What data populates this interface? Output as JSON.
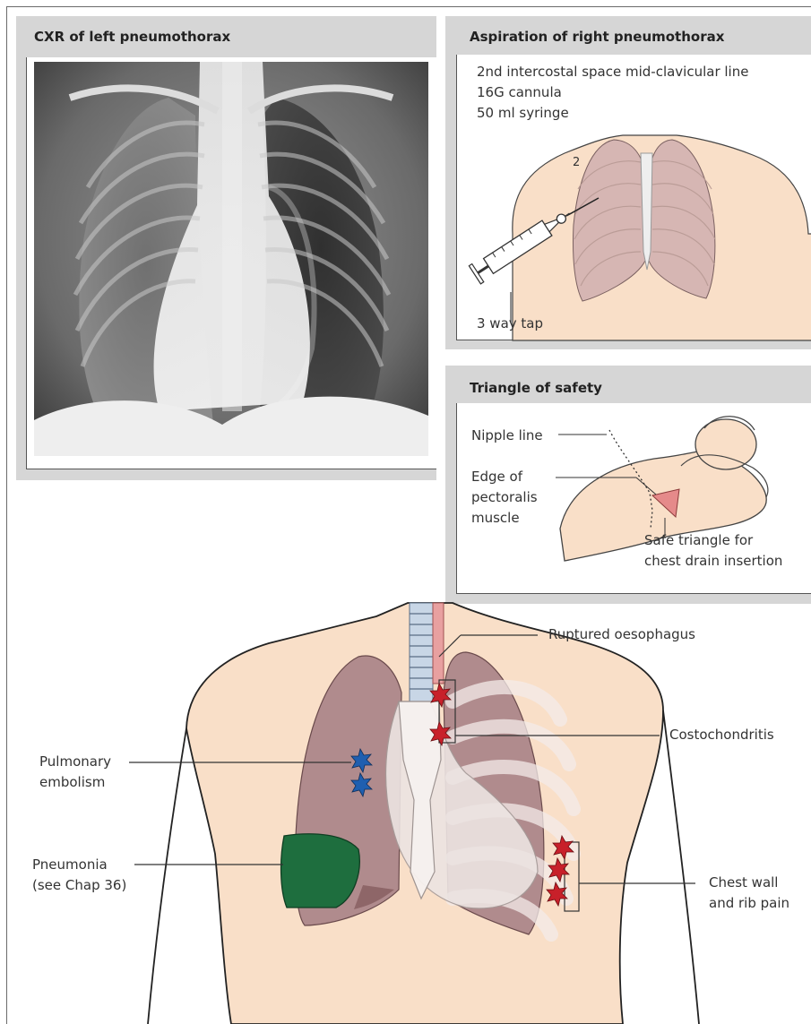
{
  "panels": {
    "cxr": {
      "title": "CXR of left pneumothorax"
    },
    "aspiration": {
      "title": "Aspiration of right pneumothorax",
      "lines": [
        "2nd intercostal space mid-clavicular line",
        "16G cannula",
        "50 ml syringe"
      ],
      "rib_number": "2",
      "tap_label": "3 way tap"
    },
    "triangle": {
      "title": "Triangle of safety",
      "nipple_line": "Nipple line",
      "pectoralis": [
        "Edge of",
        "pectoralis",
        "muscle"
      ],
      "safe": [
        "Safe triangle for",
        "chest drain insertion"
      ]
    }
  },
  "main_diagram": {
    "labels": {
      "oesophagus": "Ruptured oesophagus",
      "costochondritis": "Costochondritis",
      "pe": [
        "Pulmonary",
        "embolism"
      ],
      "pneumonia": [
        "Pneumonia",
        "(see Chap 36)"
      ],
      "chest_wall": [
        "Chest wall",
        "and rib pain"
      ]
    }
  },
  "colors": {
    "panel_bg": "#d6d6d6",
    "skin": "#f9dfc8",
    "lung": "#b08b8d",
    "pneumonia": "#1e6e3e",
    "pain_red": "#c8202a",
    "pe_blue": "#1f5fb0",
    "safe_triangle": "#e58a8a"
  },
  "icons": [
    "syringe-icon",
    "red-pain-star-icon",
    "blue-embolism-star-icon"
  ]
}
